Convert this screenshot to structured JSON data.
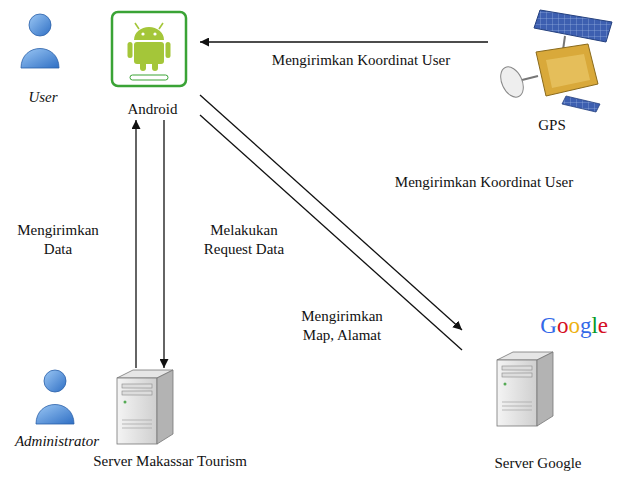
{
  "diagram": {
    "nodes": [
      {
        "text": [
          "User"
        ]
      },
      {
        "text": [
          "Android"
        ]
      },
      {
        "text": [
          "GPS"
        ]
      },
      {
        "text": [
          "Administrator"
        ]
      },
      {
        "text": [
          "Server Makassar Tourism"
        ]
      },
      {
        "text": [
          "Google",
          "Server Google"
        ]
      }
    ],
    "edges": [
      {
        "from": 2,
        "to": 1,
        "arrow": "to",
        "label": "Mengirimkan Koordinat User"
      },
      {
        "from": 1,
        "to": 5,
        "arrow": "to",
        "label": "Mengirimkan Koordinat User"
      },
      {
        "from": 5,
        "to": 1,
        "arrow": "none",
        "label": "Mengirimkan Map, Alamat"
      },
      {
        "from": 4,
        "to": 1,
        "arrow": "to",
        "label": "Mengirimkan Data"
      },
      {
        "from": 1,
        "to": 4,
        "arrow": "to",
        "label": "Melakukan Request Data"
      }
    ]
  }
}
